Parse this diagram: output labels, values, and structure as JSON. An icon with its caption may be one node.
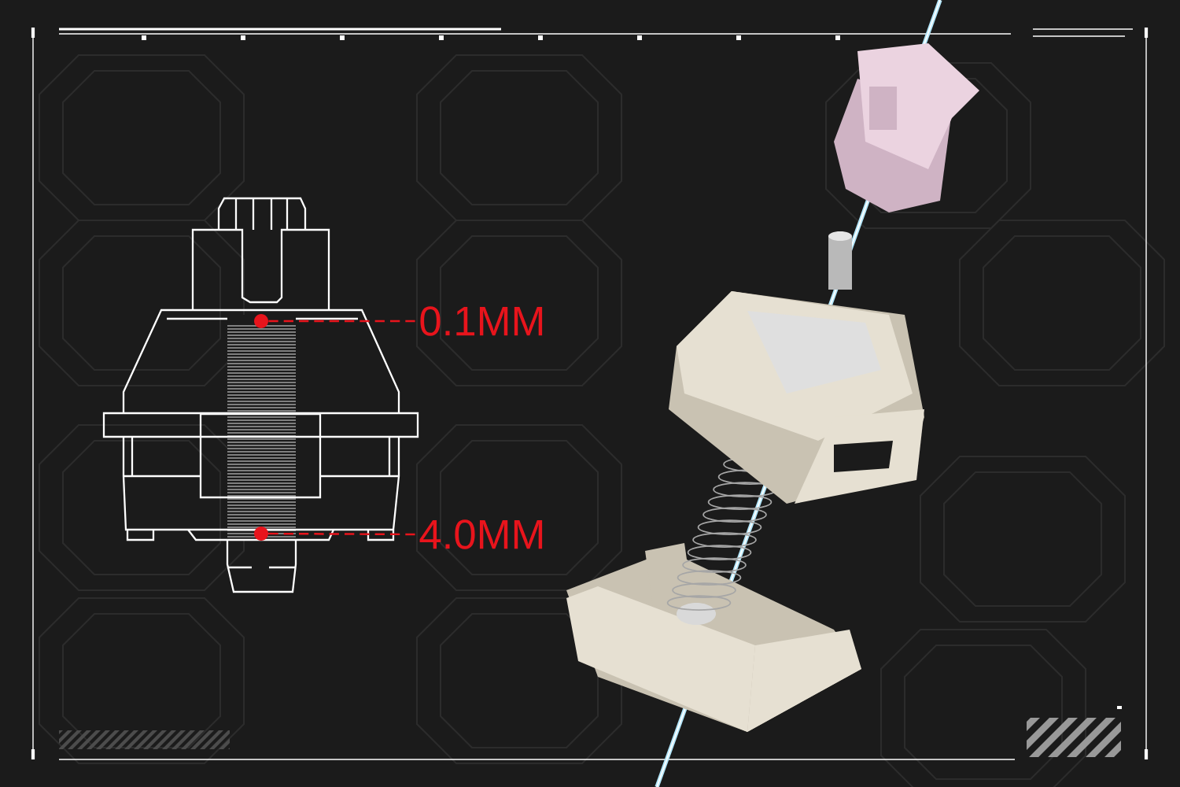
{
  "diagram": {
    "nodes": [
      {
        "text": [
          "0.1MM"
        ]
      },
      {
        "text": [
          "4.0MM"
        ]
      },
      {
        "text": [],
        "shape": "circle"
      },
      {
        "text": [],
        "shape": "circle"
      }
    ],
    "edges": [
      {
        "from": 2,
        "to": 0,
        "arrow": "none",
        "style": "dashed"
      },
      {
        "from": 3,
        "to": 1,
        "arrow": "none",
        "style": "dashed"
      }
    ]
  }
}
